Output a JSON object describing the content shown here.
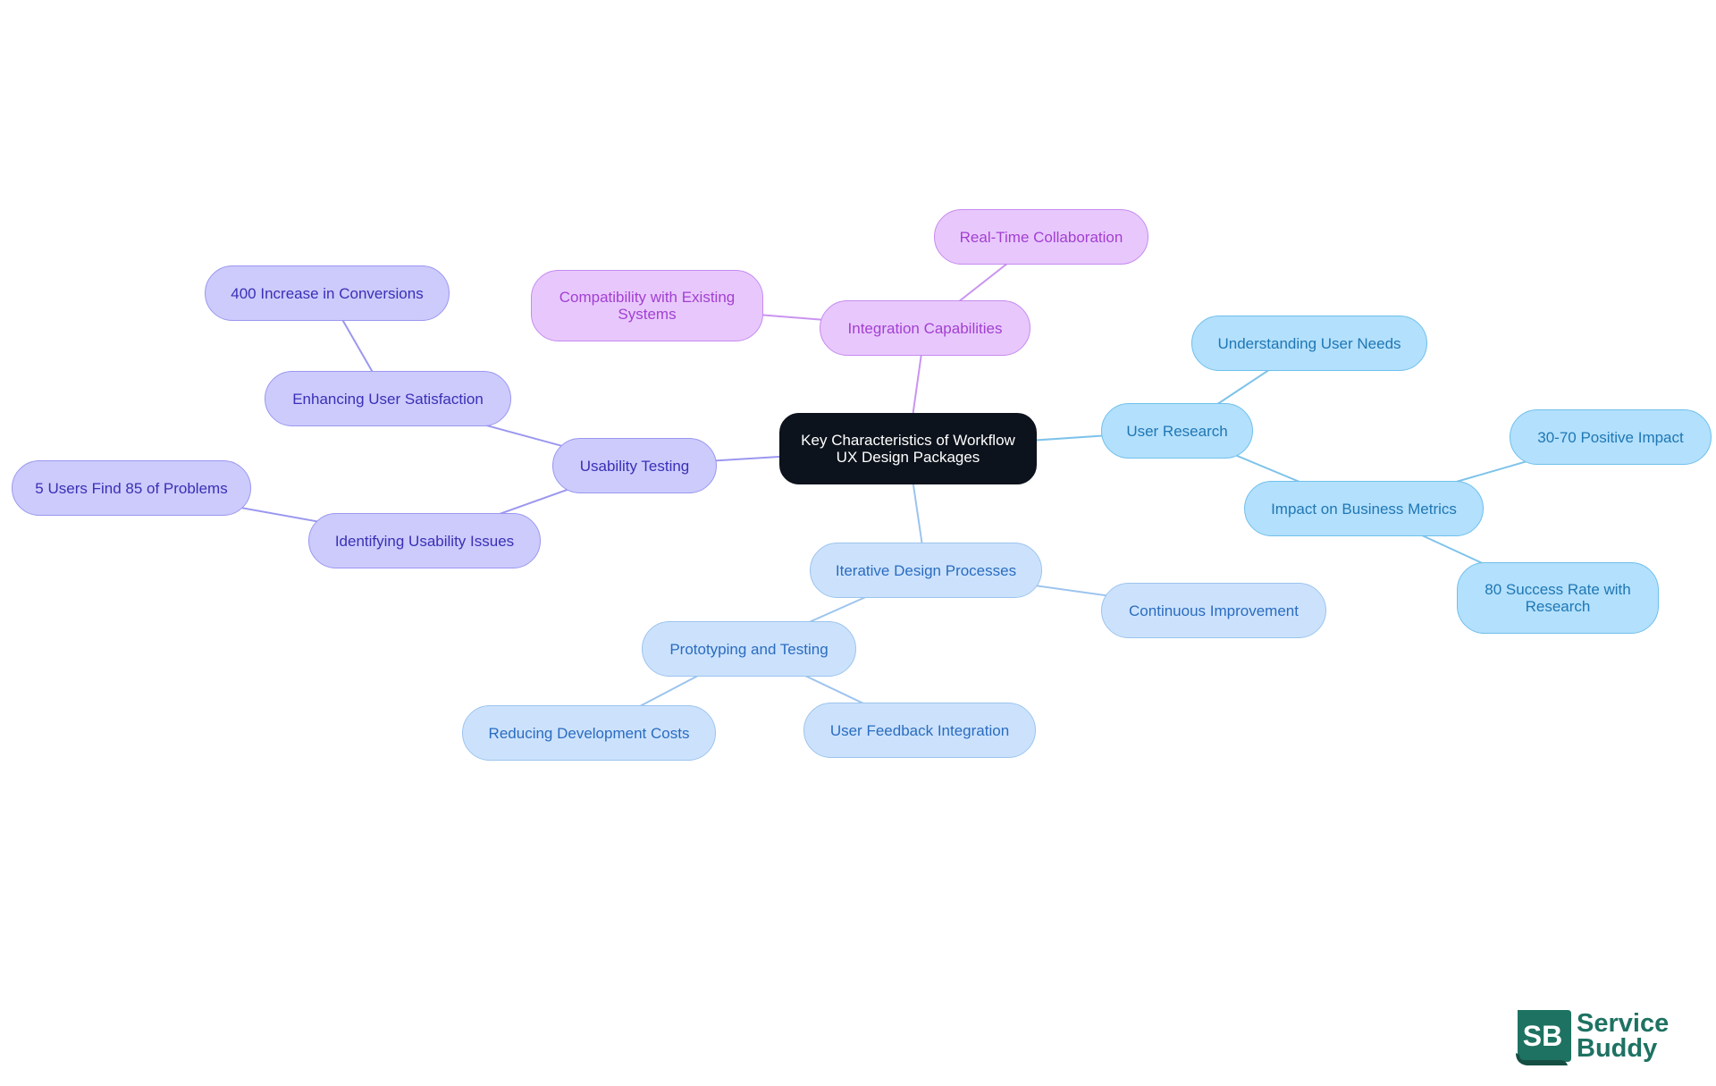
{
  "diagram": {
    "root": {
      "id": "root",
      "label": "Key Characteristics of Workflow UX Design Packages",
      "theme": "root"
    },
    "nodes": [
      {
        "id": "integration",
        "label": "Integration Capabilities",
        "theme": "purple",
        "parent": "root"
      },
      {
        "id": "realtime",
        "label": "Real-Time Collaboration",
        "theme": "purple",
        "parent": "integration"
      },
      {
        "id": "compat",
        "label": "Compatibility with Existing Systems",
        "theme": "purple",
        "parent": "integration"
      },
      {
        "id": "usability",
        "label": "Usability Testing",
        "theme": "indigo",
        "parent": "root"
      },
      {
        "id": "satisfaction",
        "label": "Enhancing User Satisfaction",
        "theme": "indigo",
        "parent": "usability"
      },
      {
        "id": "conversions",
        "label": "400 Increase in Conversions",
        "theme": "indigo",
        "parent": "satisfaction"
      },
      {
        "id": "issues",
        "label": "Identifying Usability Issues",
        "theme": "indigo",
        "parent": "usability"
      },
      {
        "id": "fiveusers",
        "label": "5 Users Find 85 of Problems",
        "theme": "indigo",
        "parent": "issues"
      },
      {
        "id": "research",
        "label": "User Research",
        "theme": "sky",
        "parent": "root"
      },
      {
        "id": "needs",
        "label": "Understanding User Needs",
        "theme": "sky",
        "parent": "research"
      },
      {
        "id": "metrics",
        "label": "Impact on Business Metrics",
        "theme": "sky",
        "parent": "research"
      },
      {
        "id": "positive",
        "label": "30-70 Positive Impact",
        "theme": "sky",
        "parent": "metrics"
      },
      {
        "id": "success",
        "label": "80 Success Rate with Research",
        "theme": "sky",
        "parent": "metrics"
      },
      {
        "id": "iterative",
        "label": "Iterative Design Processes",
        "theme": "light",
        "parent": "root"
      },
      {
        "id": "continuous",
        "label": "Continuous Improvement",
        "theme": "light",
        "parent": "iterative"
      },
      {
        "id": "prototyping",
        "label": "Prototyping and Testing",
        "theme": "light",
        "parent": "iterative"
      },
      {
        "id": "costs",
        "label": "Reducing Development Costs",
        "theme": "light",
        "parent": "prototyping"
      },
      {
        "id": "feedback",
        "label": "User Feedback Integration",
        "theme": "light",
        "parent": "prototyping"
      }
    ],
    "themes": {
      "root": {
        "fill": "#0d131c",
        "stroke": "#0d131c",
        "text": "#ffffff",
        "edge": "#0d131c"
      },
      "purple": {
        "fill": "#e8c8fc",
        "stroke": "#c58af0",
        "text": "#a23fd2",
        "edge": "#c994f0"
      },
      "indigo": {
        "fill": "#cccbfc",
        "stroke": "#9b97f0",
        "text": "#3b2fb5",
        "edge": "#9b97f0"
      },
      "sky": {
        "fill": "#b3e0fc",
        "stroke": "#6fc0ec",
        "text": "#1f77b4",
        "edge": "#7ec3ea"
      },
      "light": {
        "fill": "#cce2fc",
        "stroke": "#9cc4ee",
        "text": "#2a6cc0",
        "edge": "#9cc4ee"
      }
    }
  },
  "logo": {
    "mark": "SB",
    "line1": "Service",
    "line2": "Buddy",
    "color": "#1e7262"
  }
}
